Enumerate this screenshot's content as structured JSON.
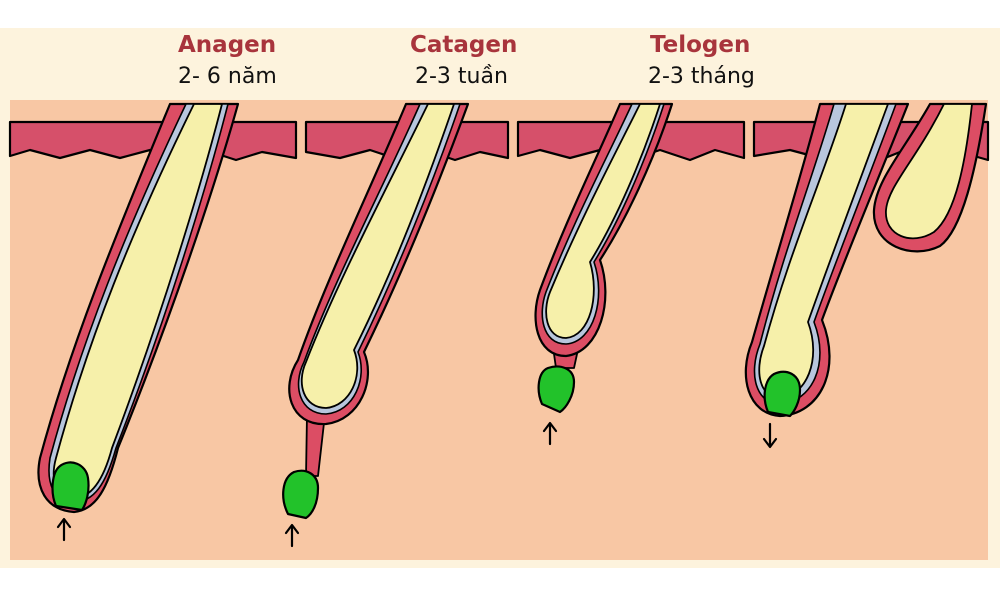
{
  "phases": [
    {
      "name": "Anagen",
      "duration": "2- 6 năm"
    },
    {
      "name": "Catagen",
      "duration": "2-3 tuần"
    },
    {
      "name": "Telogen",
      "duration": "2-3 tháng"
    }
  ],
  "colors": {
    "frame_background": "#fdf3dd",
    "dermis": "#f8c7a4",
    "epidermis": "#d6506a",
    "sheath_outer": "#dc4d64",
    "sheath_inner": "#b8c6dd",
    "hair_shaft": "#f6f0aa",
    "papilla": "#22c22a",
    "outline": "#000000",
    "title_text": "#a8343c"
  },
  "icons": [
    "arrow-up-icon",
    "arrow-down-icon"
  ]
}
